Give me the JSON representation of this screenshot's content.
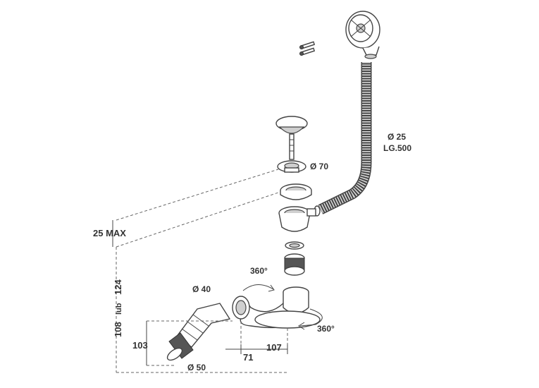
{
  "labels": {
    "hose_diameter": "Ø 25",
    "hose_length": "LG.500",
    "flange_diameter": "Ø 70",
    "max_thickness": "25 MAX",
    "height_primary": "108",
    "height_or": "lub",
    "height_alt": "124",
    "outlet_diameter": "Ø 40",
    "drop": "103",
    "pipe_diameter": "Ø 50",
    "rotation_top": "360°",
    "rotation_bottom": "360°",
    "offset_a": "71",
    "offset_b": "107"
  }
}
